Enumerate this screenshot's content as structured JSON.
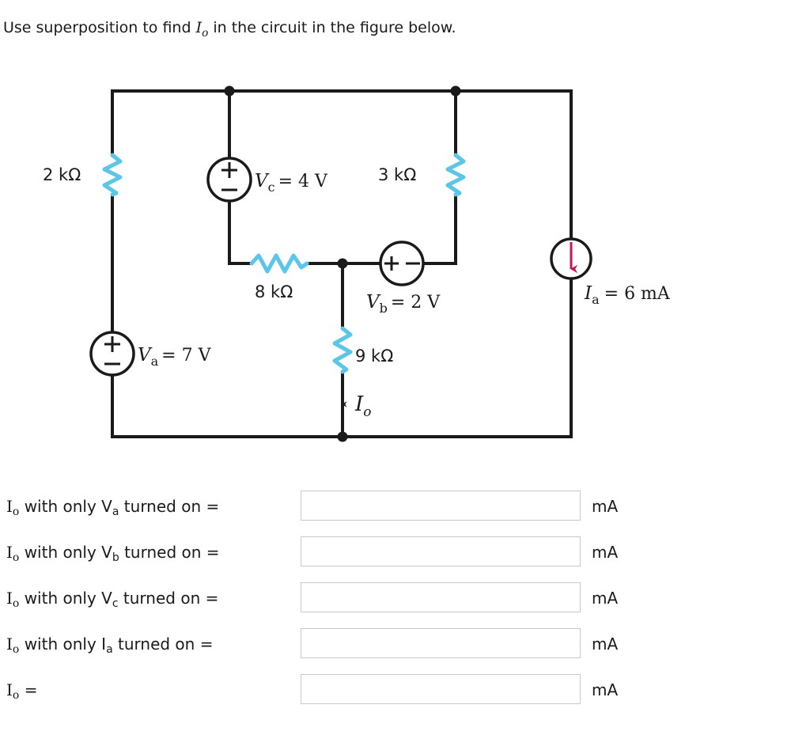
{
  "prompt": {
    "before": "Use superposition to find ",
    "symbol": "I",
    "symbol_sub": "o",
    "after": " in the circuit in the figure below."
  },
  "figure": {
    "title": "superposition-circuit-diagram",
    "colors": {
      "wire": "#1a1a1a",
      "resistor": "#5cc6e8",
      "current_arrow": "#c2185b",
      "background": "#ffffff"
    },
    "components": [
      {
        "id": "r2k",
        "type": "resistor",
        "label": "2 kΩ",
        "orientation": "vertical",
        "value": 2,
        "unit": "kΩ"
      },
      {
        "id": "r3k",
        "type": "resistor",
        "label": "3 kΩ",
        "orientation": "vertical",
        "value": 3,
        "unit": "kΩ"
      },
      {
        "id": "r8k",
        "type": "resistor",
        "label": "8 kΩ",
        "orientation": "horizontal",
        "value": 8,
        "unit": "kΩ"
      },
      {
        "id": "r9k",
        "type": "resistor",
        "label": "9 kΩ",
        "orientation": "vertical",
        "value": 9,
        "unit": "kΩ"
      },
      {
        "id": "vc",
        "type": "voltage-source",
        "label": "V_c = 4 V",
        "name": "V",
        "sub": "c",
        "value": 4,
        "unit": "V",
        "polarity": "plus-top"
      },
      {
        "id": "vb",
        "type": "voltage-source",
        "label": "V_b = 2 V",
        "name": "V",
        "sub": "b",
        "value": 2,
        "unit": "V",
        "polarity": "plus-left"
      },
      {
        "id": "va",
        "type": "voltage-source",
        "label": "V_a = 7 V",
        "name": "V",
        "sub": "a",
        "value": 7,
        "unit": "V",
        "polarity": "plus-top"
      },
      {
        "id": "ia",
        "type": "current-source",
        "label": "I_a = 6 mA",
        "name": "I",
        "sub": "a",
        "value": 6,
        "unit": "mA",
        "direction": "down"
      },
      {
        "id": "io",
        "type": "current-label",
        "label": "I_o",
        "name": "I",
        "sub": "o",
        "direction": "down"
      }
    ],
    "labels": {
      "r2k": "2 kΩ",
      "r3k": "3 kΩ",
      "r8k": "8 kΩ",
      "r9k": "9 kΩ",
      "vc_name": "V",
      "vc_sub": "c",
      "vc_value": "= 4 V",
      "vb_name": "V",
      "vb_sub": "b",
      "vb_value": "= 2 V",
      "va_name": "V",
      "va_sub": "a",
      "va_value": "= 7 V",
      "ia_name": "I",
      "ia_sub": "a",
      "ia_value": "= 6 mA",
      "io_name": "I",
      "io_sub": "o",
      "plus": "+",
      "minus": "−"
    }
  },
  "answers": {
    "unit": "mA",
    "rows": [
      {
        "id": "row-va",
        "prefix": "I",
        "prefix_sub": "o",
        "mid": " with only V",
        "mid_sub": "a",
        "suffix": " turned on =",
        "value": "",
        "placeholder": ""
      },
      {
        "id": "row-vb",
        "prefix": "I",
        "prefix_sub": "o",
        "mid": " with only V",
        "mid_sub": "b",
        "suffix": " turned on =",
        "value": "",
        "placeholder": ""
      },
      {
        "id": "row-vc",
        "prefix": "I",
        "prefix_sub": "o",
        "mid": " with only V",
        "mid_sub": "c",
        "suffix": " turned on =",
        "value": "",
        "placeholder": ""
      },
      {
        "id": "row-ia",
        "prefix": "I",
        "prefix_sub": "o",
        "mid": " with only I",
        "mid_sub": "a",
        "suffix": " turned on =",
        "value": "",
        "placeholder": ""
      },
      {
        "id": "row-total",
        "prefix": "I",
        "prefix_sub": "o",
        "mid": "",
        "mid_sub": "",
        "suffix": " =",
        "value": "",
        "placeholder": ""
      }
    ]
  }
}
